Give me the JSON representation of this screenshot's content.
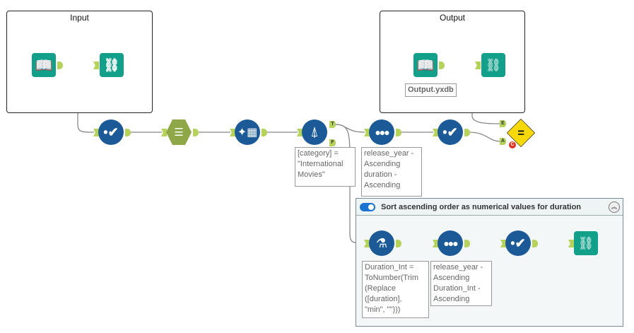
{
  "containers": {
    "input": {
      "title": "Input"
    },
    "output": {
      "title": "Output"
    },
    "sort_group": {
      "title": "Sort ascending order as numerical values for duration",
      "enabled": true
    }
  },
  "tools": {
    "input_data": {
      "icon": "book-icon"
    },
    "input_browse": {
      "icon": "binoculars-icon"
    },
    "select_1": {
      "icon": "checkmark-select-icon"
    },
    "data_cleansing": {
      "icon": "data-cleansing-icon"
    },
    "auto_field": {
      "icon": "auto-field-icon"
    },
    "filter": {
      "icon": "filter-icon",
      "annotation": "[category] =\n\"International\nMovies\"",
      "true_label": "T",
      "false_label": "F"
    },
    "sort_1": {
      "icon": "sort-icon",
      "annotation": "release_year -\nAscending\nduration -\nAscending"
    },
    "select_2": {
      "icon": "checkmark-select-icon"
    },
    "output_data": {
      "icon": "book-icon",
      "annotation": "Output.yxdb"
    },
    "output_browse": {
      "icon": "binoculars-icon"
    },
    "test": {
      "icon": "test-equals-icon",
      "anchor_e": "E",
      "anchor_a": "A",
      "badge": "C"
    },
    "formula": {
      "icon": "formula-flask-icon",
      "annotation": "Duration_Int =\nToNumber(Trim\n(Replace\n([duration],\n\"min\", \"\")))"
    },
    "sort_2": {
      "icon": "sort-icon",
      "annotation": "release_year -\nAscending\nDuration_Int -\nAscending"
    },
    "select_3": {
      "icon": "checkmark-select-icon"
    },
    "browse_3": {
      "icon": "binoculars-icon"
    }
  },
  "colors": {
    "tool_blue": "#1b5a96",
    "tool_teal": "#13a08a",
    "anchor_green": "#b5d25a",
    "cleanse_green": "#8fa847",
    "test_yellow": "#f5d90a"
  }
}
